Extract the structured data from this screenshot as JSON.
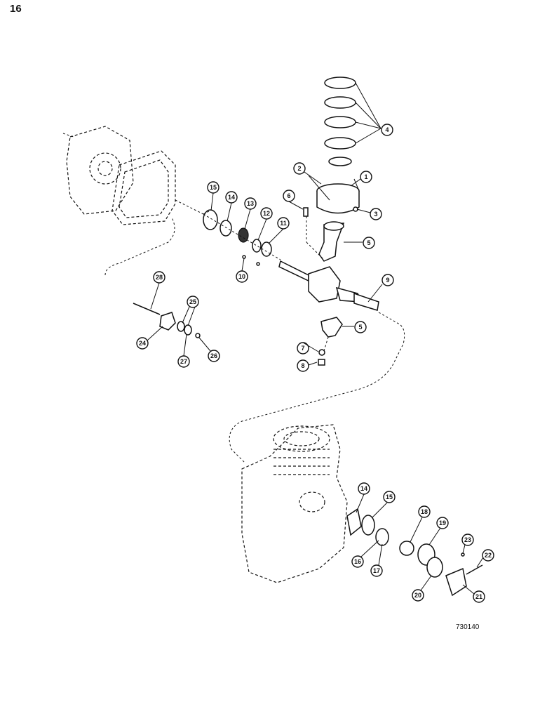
{
  "page_number": "16",
  "figure_code": "730140",
  "callouts": [
    {
      "id": "c1",
      "label": "1"
    },
    {
      "id": "c2",
      "label": "2"
    },
    {
      "id": "c3",
      "label": "3"
    },
    {
      "id": "c4",
      "label": "4"
    },
    {
      "id": "c5a",
      "label": "5"
    },
    {
      "id": "c5b",
      "label": "5"
    },
    {
      "id": "c6",
      "label": "6"
    },
    {
      "id": "c7",
      "label": "7"
    },
    {
      "id": "c8",
      "label": "8"
    },
    {
      "id": "c9",
      "label": "9"
    },
    {
      "id": "c10",
      "label": "10"
    },
    {
      "id": "c11",
      "label": "11"
    },
    {
      "id": "c12",
      "label": "12"
    },
    {
      "id": "c13",
      "label": "13"
    },
    {
      "id": "c14a",
      "label": "14"
    },
    {
      "id": "c14b",
      "label": "14"
    },
    {
      "id": "c15a",
      "label": "15"
    },
    {
      "id": "c15b",
      "label": "15"
    },
    {
      "id": "c16",
      "label": "16"
    },
    {
      "id": "c17",
      "label": "17"
    },
    {
      "id": "c18",
      "label": "18"
    },
    {
      "id": "c19",
      "label": "19"
    },
    {
      "id": "c20",
      "label": "20"
    },
    {
      "id": "c21",
      "label": "21"
    },
    {
      "id": "c22",
      "label": "22"
    },
    {
      "id": "c23",
      "label": "23"
    },
    {
      "id": "c24",
      "label": "24"
    },
    {
      "id": "c25",
      "label": "25"
    },
    {
      "id": "c26",
      "label": "26"
    },
    {
      "id": "c27",
      "label": "27"
    },
    {
      "id": "c28",
      "label": "28"
    }
  ]
}
